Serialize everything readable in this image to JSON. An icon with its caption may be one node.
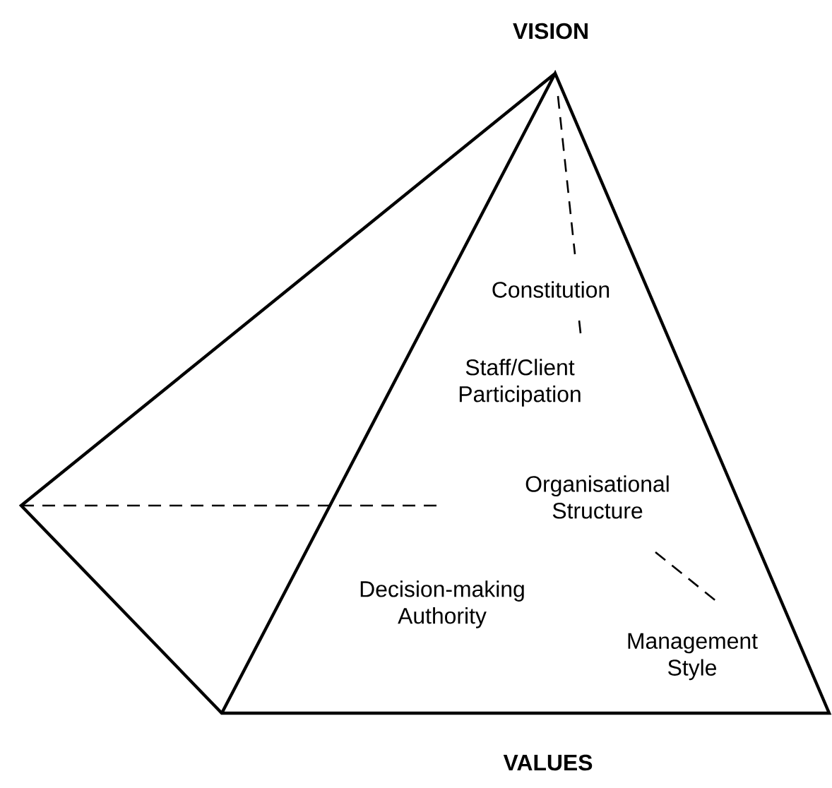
{
  "diagram": {
    "labels": [
      "VISION",
      "Constitution",
      "Staff/Client Participation",
      "Organisational Structure",
      "Decision-making Authority",
      "Management Style",
      "VALUES"
    ]
  }
}
